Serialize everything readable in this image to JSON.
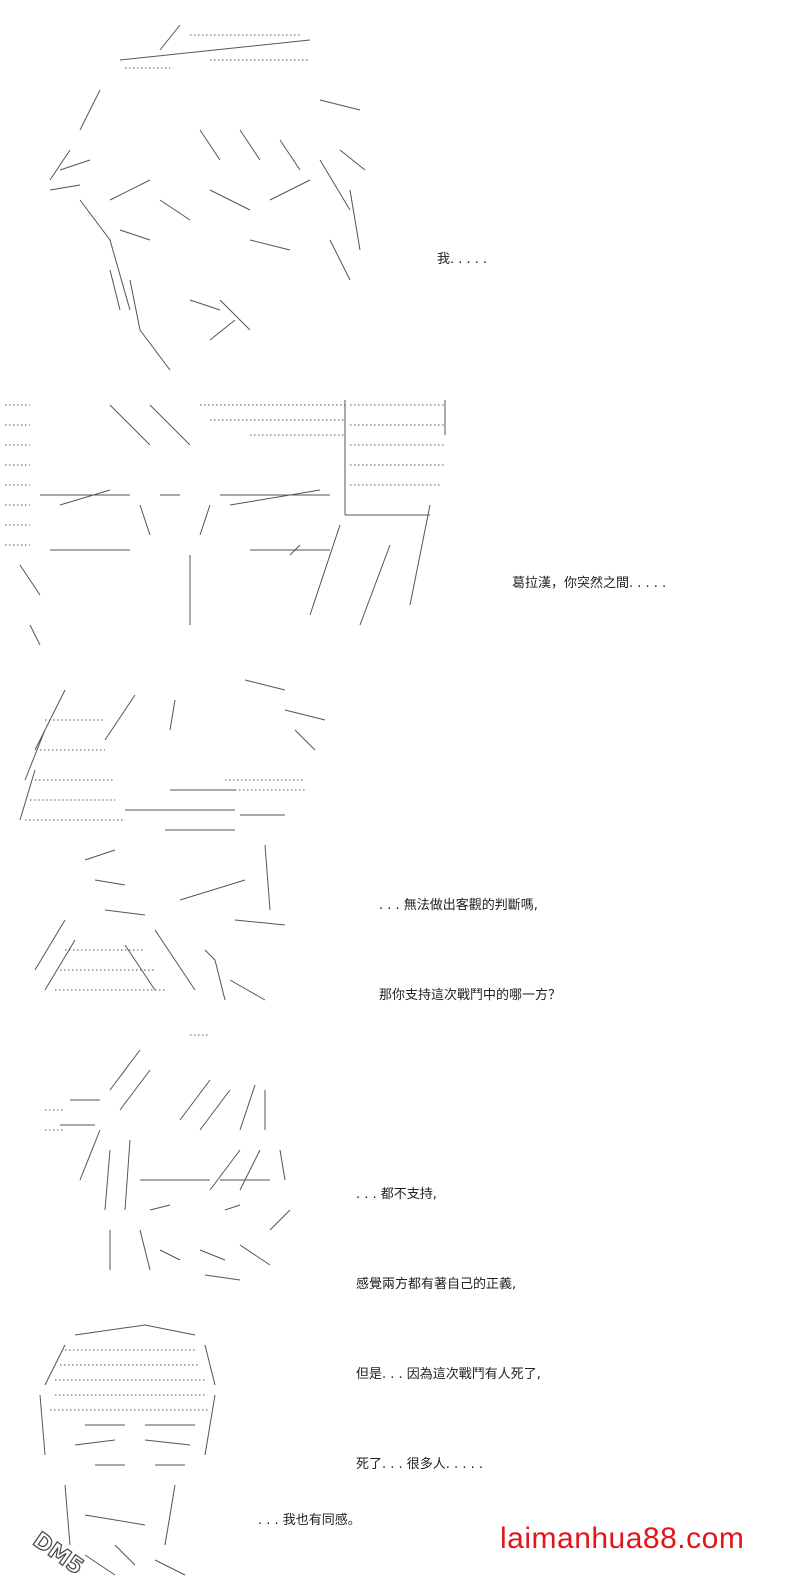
{
  "panels": [
    {
      "id": "panel-1",
      "lines": [
        "我. . . . ."
      ]
    },
    {
      "id": "panel-2",
      "lines": [
        "葛拉漢，你突然之間. . . . ."
      ]
    },
    {
      "id": "panel-3",
      "lines": [
        ". . . 無法做出客觀的判斷嗎,",
        "那你支持這次戰鬥中的哪一方？"
      ]
    },
    {
      "id": "panel-4",
      "lines": [
        ". . . 都不支持,",
        "感覺兩方都有著自己的正義,",
        "但是. . . 因為這次戰鬥有人死了,",
        "死了. . . 很多人. . . . ."
      ]
    },
    {
      "id": "panel-5",
      "lines": [
        ". . . 我也有同感。"
      ]
    }
  ],
  "watermark": "laimanhua88.com",
  "corner_logo": "DM5"
}
